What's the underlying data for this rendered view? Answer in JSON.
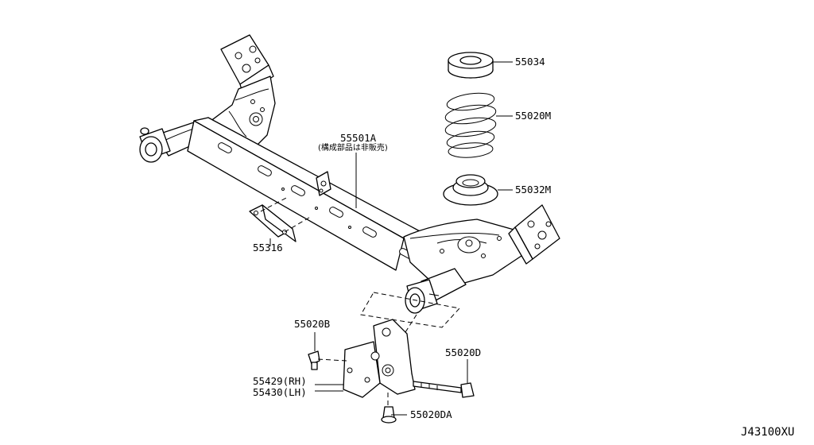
{
  "diagram_code": "J43100XU",
  "parts": {
    "seat_upper": "55034",
    "coil_spring": "55020M",
    "seat_lower": "55032M",
    "axle_beam": "55501A",
    "axle_beam_note": "(構成部品は非販売)",
    "stay": "55316",
    "bolt_small": "55020B",
    "bolt_long": "55020D",
    "bolt_lower": "55020DA",
    "bracket_rh": "55429(RH)",
    "bracket_lh": "55430(LH)"
  }
}
